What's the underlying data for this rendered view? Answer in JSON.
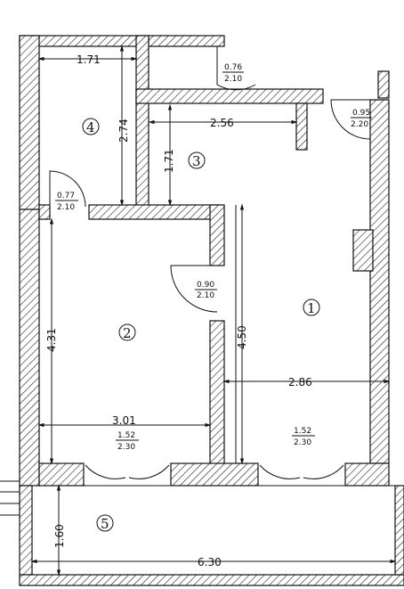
{
  "rooms": [
    {
      "id": "1",
      "label": "1"
    },
    {
      "id": "2",
      "label": "2"
    },
    {
      "id": "3",
      "label": "3"
    },
    {
      "id": "4",
      "label": "4"
    },
    {
      "id": "5",
      "label": "5"
    }
  ],
  "dimensions": {
    "room4_width": "1.71",
    "room4_height": "2.74",
    "corridor_width": "2.56",
    "corridor_height": "1.71",
    "room2_height": "4.31",
    "room2_width": "3.01",
    "room1_height": "4.50",
    "room1_width": "2.86",
    "balcony_depth": "1.60",
    "total_width": "6.30"
  },
  "doors": {
    "d1": {
      "width": "0.76",
      "height": "2.10"
    },
    "d2": {
      "width": "0.95",
      "height": "2.20"
    },
    "d3": {
      "width": "0.77",
      "height": "2.10"
    },
    "d4": {
      "width": "0.90",
      "height": "2.10"
    },
    "d5": {
      "width": "1.52",
      "height": "2.30"
    },
    "d6": {
      "width": "1.52",
      "height": "2.30"
    }
  }
}
